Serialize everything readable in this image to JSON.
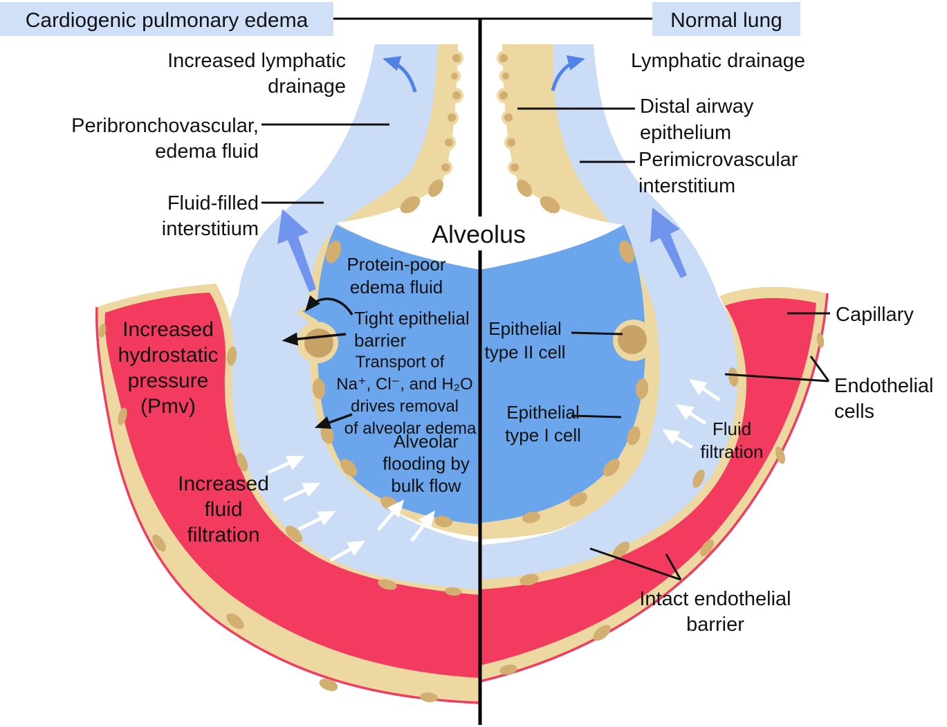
{
  "titles": {
    "left": "Cardiogenic pulmonary edema",
    "right": "Normal lung"
  },
  "center": {
    "alveolus": "Alveolus"
  },
  "left_labels": {
    "increased_lymphatic": {
      "l1": "Increased lymphatic",
      "l2": "drainage"
    },
    "peribronchovascular": {
      "l1": "Peribronchovascular,",
      "l2": "edema fluid"
    },
    "fluid_filled": {
      "l1": "Fluid-filled",
      "l2": "interstitium"
    },
    "protein_poor": {
      "l1": "Protein-poor",
      "l2": "edema fluid"
    },
    "tight_epithelial": {
      "l1": "Tight epithelial",
      "l2": "barrier"
    },
    "transport": {
      "l1": "Transport of",
      "l2": "Na⁺, Cl⁻, and H₂O",
      "l3": "drives removal",
      "l4": "of alveolar edema"
    },
    "alveolar_flooding": {
      "l1": "Alveolar",
      "l2": "flooding by",
      "l3": "bulk flow"
    },
    "hydrostatic": {
      "l1": "Increased",
      "l2": "hydrostatic",
      "l3": "pressure",
      "l4": "(Pmv)"
    },
    "fluid_filtration": {
      "l1": "Increased",
      "l2": "fluid",
      "l3": "filtration"
    }
  },
  "right_labels": {
    "lymphatic_drainage": "Lymphatic drainage",
    "distal_airway": {
      "l1": "Distal airway",
      "l2": "epithelium"
    },
    "perimicrovascular": {
      "l1": "Perimicrovascular",
      "l2": "interstitium"
    },
    "capillary": "Capillary",
    "endothelial": {
      "l1": "Endothelial",
      "l2": "cells"
    },
    "epithelial_type2": {
      "l1": "Epithelial",
      "l2": "type II cell"
    },
    "epithelial_type1": {
      "l1": "Epithelial",
      "l2": "type I cell"
    },
    "fluid_filtration": {
      "l1": "Fluid",
      "l2": "filtration"
    },
    "intact_endothelial": {
      "l1": "Intact endothelial",
      "l2": "barrier"
    }
  },
  "colors": {
    "label_box_bg": "#cfe0f8",
    "alveolar_fluid_blue": "#6ba6ec",
    "interstitium_blue": "#cadcf6",
    "epithelium_tan": "#ecd8a0",
    "nucleus_tan": "#d2ae70",
    "capillary_red": "#f23b5e",
    "arrow_blue": "#5082e8",
    "thick_arrow_blue": "#7195ec",
    "line_black": "#111111",
    "arrow_white": "#ffffff"
  }
}
